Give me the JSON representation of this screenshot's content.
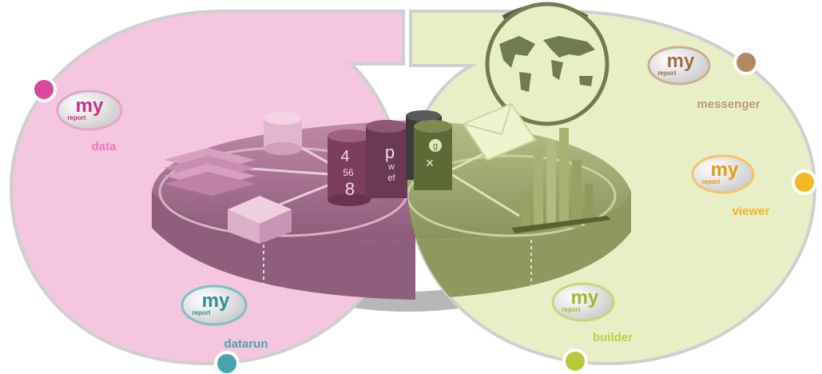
{
  "colors": {
    "pink_zone": "#f4c6df",
    "green_zone": "#e8efc7",
    "outline": "#cfcfcf",
    "dot_data": "#d9489b",
    "dot_messenger": "#b08a63",
    "dot_viewer": "#f3b81f",
    "dot_builder": "#b8c93a",
    "dot_datarun": "#4aa4ad",
    "disk_pink": "#a86f93",
    "disk_green": "#9aa46a",
    "globe_ring": "#6f7d4c"
  },
  "badge": {
    "brand": "my",
    "sub": "report"
  },
  "modules": {
    "data": {
      "label": "data",
      "color": "#e87bb8"
    },
    "messenger": {
      "label": "messenger",
      "color": "#b89a78"
    },
    "viewer": {
      "label": "viewer",
      "color": "#f2b41e"
    },
    "builder": {
      "label": "builder",
      "color": "#bcd04a"
    },
    "datarun": {
      "label": "datarun",
      "color": "#4aa4ad"
    }
  },
  "cylinders": {
    "numbers": {
      "line1": "4",
      "line2": "56",
      "line3": "8"
    },
    "letters": {
      "line1": "p",
      "line2": "w",
      "line3": "ef"
    },
    "symbols": {
      "line1": "g",
      "line2": "×"
    }
  },
  "icons": [
    "world-map-icon",
    "envelope-icon",
    "bar-chart-icon",
    "document-stack-icon",
    "database-icon",
    "box-icon"
  ]
}
